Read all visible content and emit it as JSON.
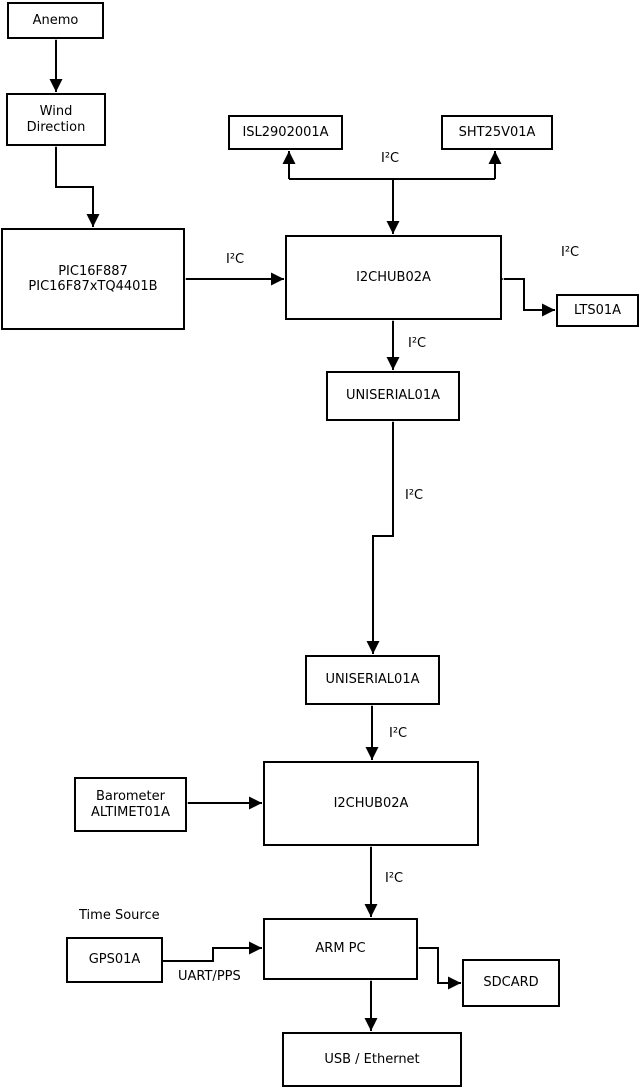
{
  "diagram": {
    "boxes": {
      "anemo": {
        "label": "Anemo"
      },
      "wind_direction": {
        "label": "Wind\nDirection"
      },
      "pic": {
        "label": "PIC16F887\nPIC16F87xTQ4401B"
      },
      "isl": {
        "label": "ISL2902001A"
      },
      "sht": {
        "label": "SHT25V01A"
      },
      "i2c_hub_top": {
        "label": "I2CHUB02A"
      },
      "lts": {
        "label": "LTS01A"
      },
      "uniserial_top": {
        "label": "UNISERIAL01A"
      },
      "uniserial_bottom": {
        "label": "UNISERIAL01A"
      },
      "i2c_hub_bottom": {
        "label": "I2CHUB02A"
      },
      "barometer": {
        "label": "Barometer\nALTIMET01A"
      },
      "gps": {
        "label": "GPS01A"
      },
      "arm_pc": {
        "label": "ARM PC"
      },
      "sdcard": {
        "label": "SDCARD"
      },
      "usb_ethernet": {
        "label": "USB / Ethernet"
      }
    },
    "labels": {
      "i2c": "I²C",
      "uart_pps": "UART/PPS",
      "time_source": "Time Source"
    },
    "colors": {
      "line": "#000000",
      "background": "#ffffff",
      "text": "#000000"
    }
  }
}
